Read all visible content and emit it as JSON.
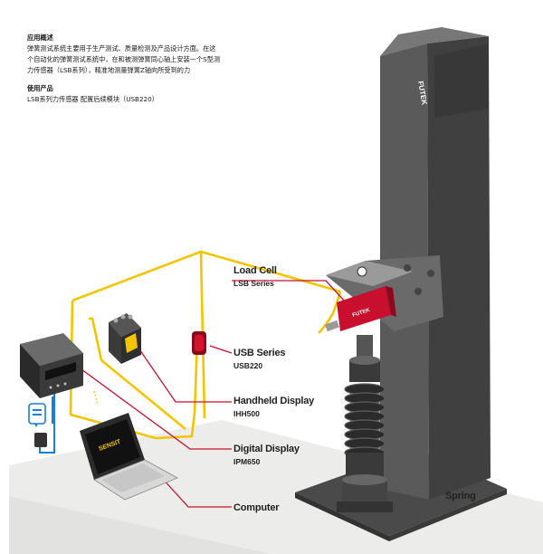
{
  "intro": {
    "heading1": "应用概述",
    "paragraph": [
      "弹簧测试系统主要用于生产测试、质量检测及产品设计方面。在这",
      "个自动化的弹簧测试系统中，在和被测弹簧同心轴上安装一个S型测",
      "力传感器（LSB系列），精准地测量弹簧Z轴向所受到的力"
    ],
    "heading2": "使用产品",
    "products": "LSB系列力传感器 配置后续模块（USB220）"
  },
  "callouts": [
    {
      "title": "Load Cell",
      "sub": "LSB Series"
    },
    {
      "title": "USB Series",
      "sub": "USB220"
    },
    {
      "title": "Handheld Display",
      "sub": "IHH500"
    },
    {
      "title": "Digital Display",
      "sub": "IPM650"
    },
    {
      "title": "Computer",
      "sub": ""
    },
    {
      "title": "Spring",
      "sub": ""
    }
  ],
  "brand": {
    "column": "FUTEK",
    "loadcell": "FUTEK",
    "laptop": "SENSIT"
  },
  "colors": {
    "cable": "#f5c400",
    "leader": "#c8102e",
    "column": "#5a5a5a",
    "platform": "#ececea"
  }
}
